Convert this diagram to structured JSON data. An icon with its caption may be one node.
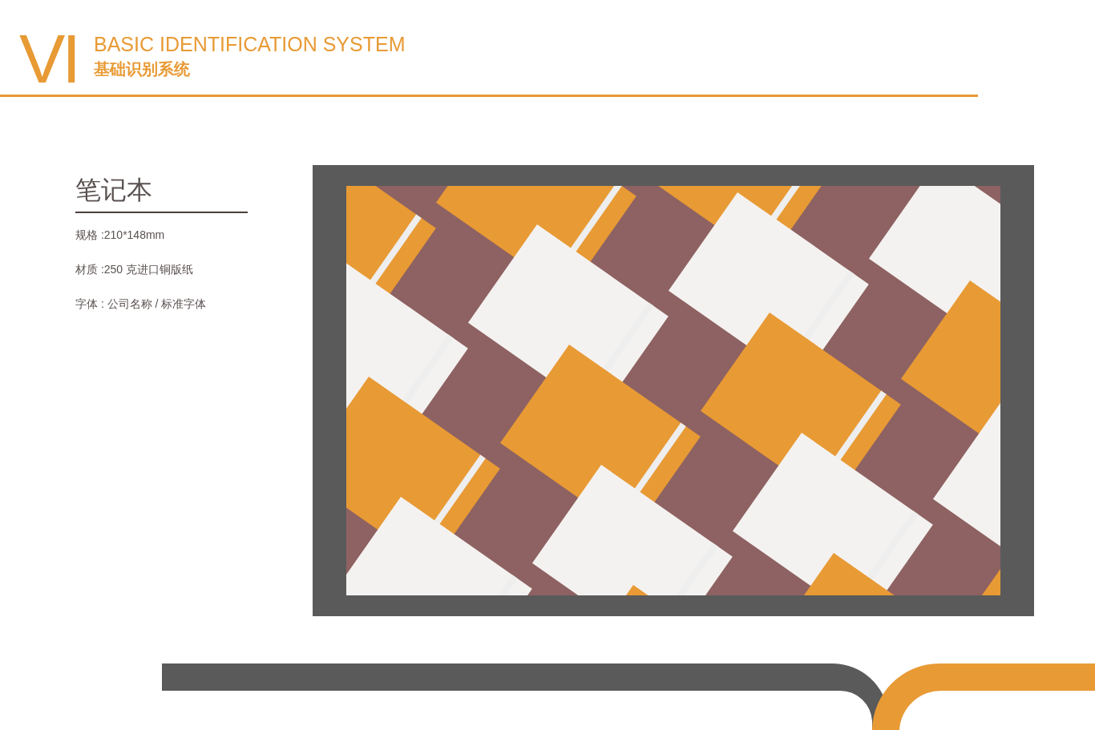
{
  "diagram": {
    "labels": [
      "VI",
      "BASIC IDENTIFICATION SYSTEM",
      "基础识别系统",
      "笔记本",
      "规格 :210*148mm",
      "材质 :250 克进口铜版纸",
      "字体 : 公司名称 / 标准字体"
    ]
  }
}
